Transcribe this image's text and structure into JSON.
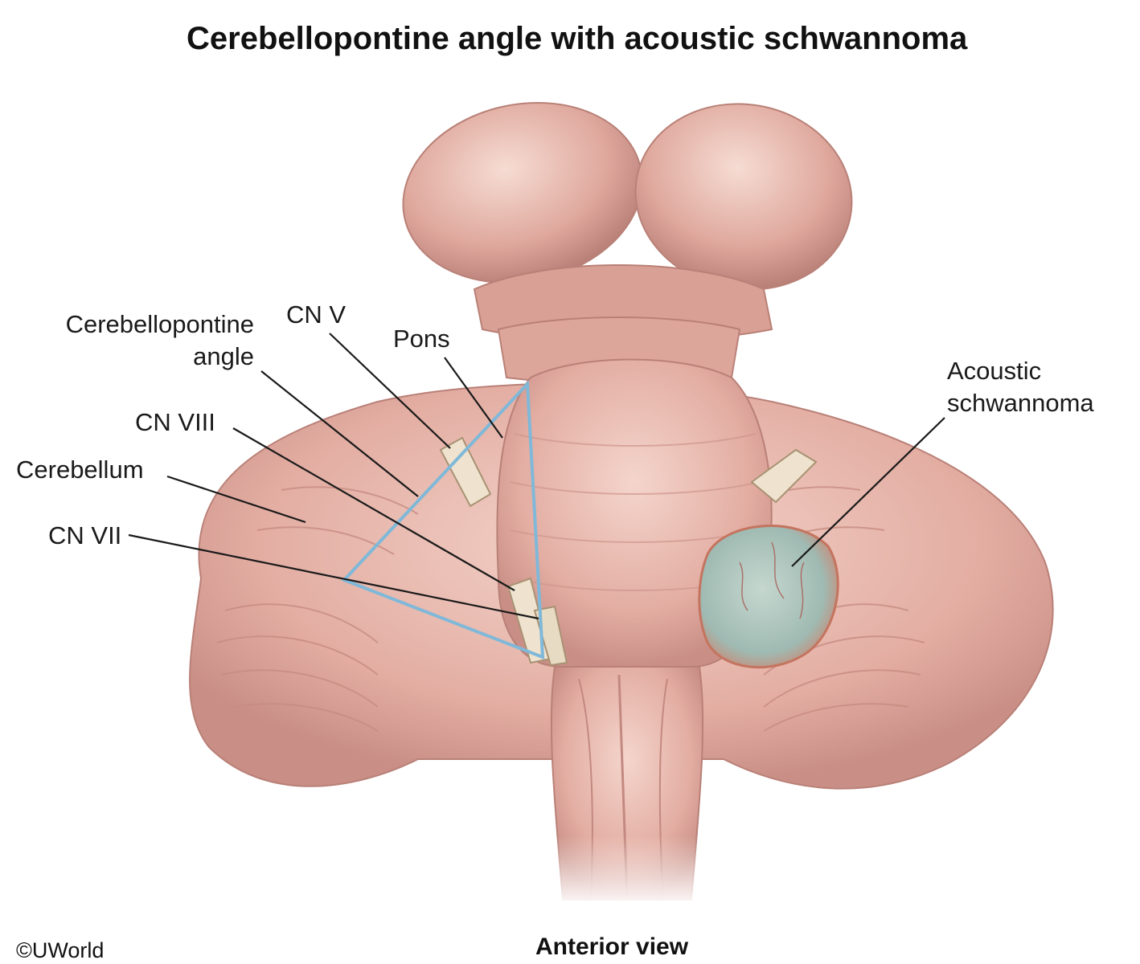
{
  "title": "Cerebellopontine angle with acoustic schwannoma",
  "labels": {
    "cerebellopontine_angle_line1": "Cerebellopontine",
    "cerebellopontine_angle_line2": "angle",
    "cn_v": "CN V",
    "pons": "Pons",
    "cn_viii": "CN VIII",
    "cerebellum": "Cerebellum",
    "cn_vii": "CN VII",
    "acoustic_schwannoma_line1": "Acoustic",
    "acoustic_schwannoma_line2": "schwannoma"
  },
  "view": "Anterior view",
  "copyright": "©UWorld",
  "colors": {
    "tissue": "#e8b8ad",
    "tissue_dark": "#c98f86",
    "nerve": "#efe3cf",
    "tumor": "#a9c3bb",
    "angle_triangle": "#7fb8d8",
    "leader_line": "#1a1a1a"
  }
}
